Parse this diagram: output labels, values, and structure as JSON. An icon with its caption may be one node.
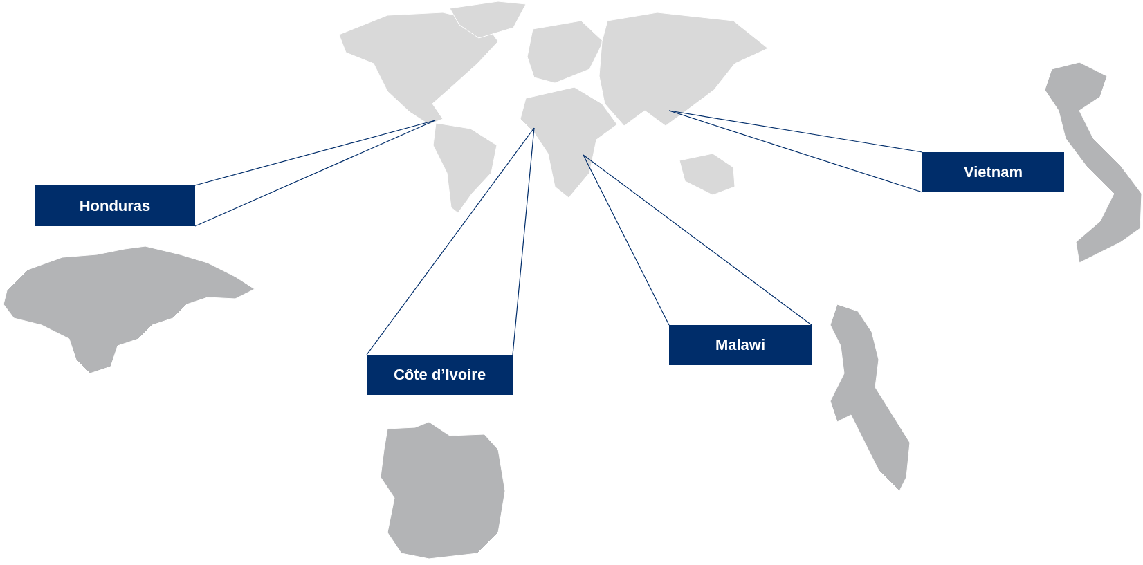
{
  "diagram": {
    "nodes": [
      {
        "text": [
          "Honduras"
        ]
      },
      {
        "text": [
          "Côte d’Ivoire"
        ]
      },
      {
        "text": [
          "Malawi"
        ]
      },
      {
        "text": [
          "Vietnam"
        ]
      }
    ],
    "edges": [
      {
        "from": 0,
        "to": null,
        "arrow": "none"
      },
      {
        "from": 0,
        "to": null,
        "arrow": "none"
      },
      {
        "from": 1,
        "to": null,
        "arrow": "none"
      },
      {
        "from": 1,
        "to": null,
        "arrow": "none"
      },
      {
        "from": 2,
        "to": null,
        "arrow": "none"
      },
      {
        "from": 2,
        "to": null,
        "arrow": "none"
      },
      {
        "from": 3,
        "to": null,
        "arrow": "none"
      },
      {
        "from": 3,
        "to": null,
        "arrow": "none"
      }
    ]
  }
}
